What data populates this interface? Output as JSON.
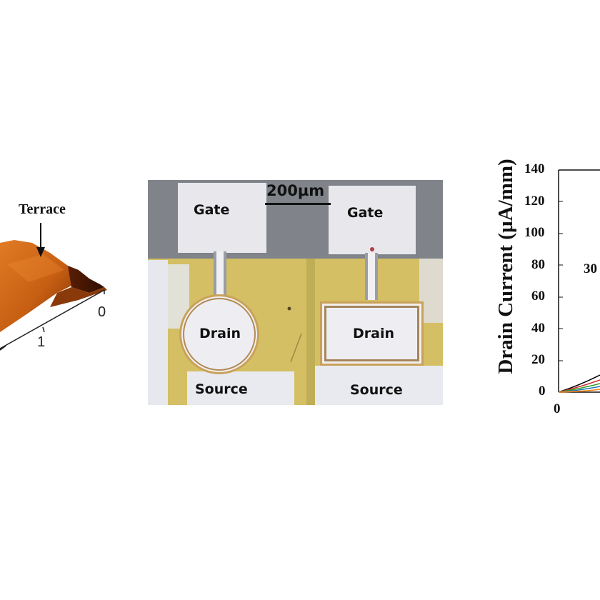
{
  "afm_panel": {
    "annotation": "Terrace",
    "axis_ticks": [
      "1",
      "0"
    ]
  },
  "micrograph_panel": {
    "scale_bar": "200µm",
    "left_device": {
      "gate": "Gate",
      "drain": "Drain",
      "source": "Source"
    },
    "right_device": {
      "gate": "Gate",
      "drain": "Drain",
      "source": "Source"
    }
  },
  "iv_panel": {
    "ylabel": "Drain Current (µA/mm)",
    "yticks": [
      "140",
      "120",
      "100",
      "80",
      "60",
      "40",
      "20",
      "0"
    ],
    "xticks": [
      "0"
    ],
    "annotation": "30",
    "curve_colors": [
      "#000000",
      "#d62728",
      "#2ca02c",
      "#1f77b4",
      "#ff7f0e"
    ]
  }
}
